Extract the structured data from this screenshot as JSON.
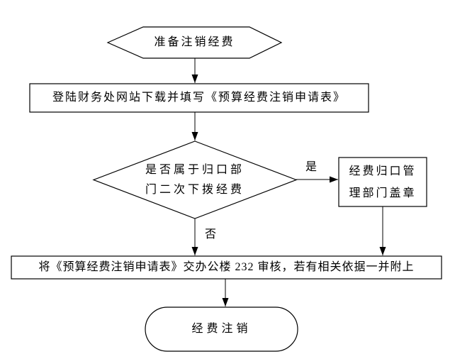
{
  "page": {
    "background_color": "#ffffff",
    "line_color": "#000000"
  },
  "flowchart": {
    "nodes": [
      {
        "id": "start",
        "shape": "hexagon",
        "label": "准备注销经费"
      },
      {
        "id": "fillform",
        "shape": "rectangle",
        "label": "登陆财务处网站下载并填写《预算经费注销申请表》"
      },
      {
        "id": "decision",
        "shape": "diamond",
        "line1": "是否属于归口部",
        "line2": "门二次下拨经费"
      },
      {
        "id": "stamp",
        "shape": "rectangle",
        "line1": "经费归口管",
        "line2": "理部门盖章"
      },
      {
        "id": "review",
        "shape": "rectangle",
        "label": "将《预算经费注销申请表》交办公楼 232 审核，若有相关依据一并附上"
      },
      {
        "id": "end",
        "shape": "terminator",
        "label": "经费注销"
      }
    ],
    "edge_labels": {
      "yes": "是",
      "no": "否"
    }
  }
}
